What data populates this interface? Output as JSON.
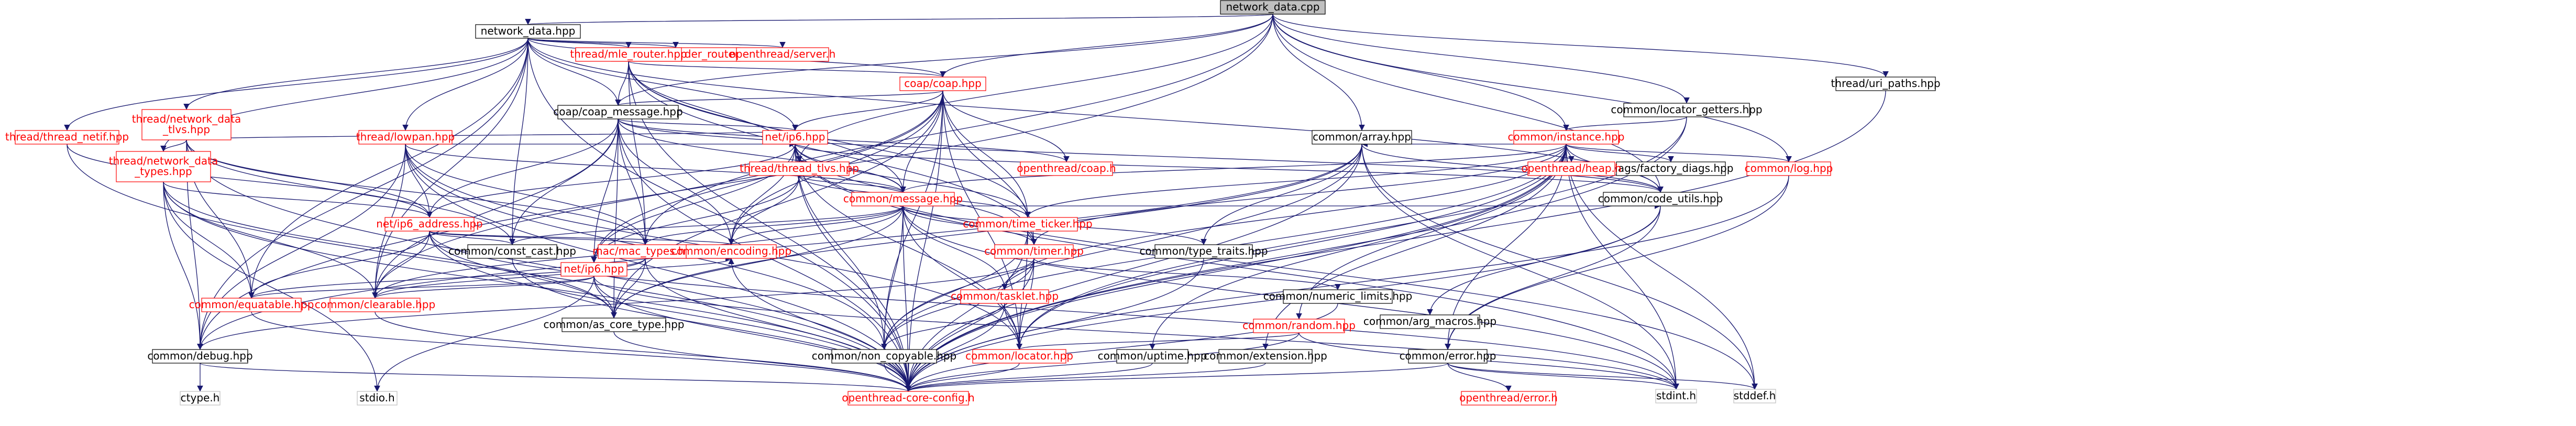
{
  "graph": {
    "root": "network_data.cpp",
    "colors": {
      "root_fill": "#bfbfbf",
      "node_border_black": "#000000",
      "node_border_red": "#ff0000",
      "edge": "#191970",
      "text": "#000000",
      "background": "#ffffff"
    },
    "nodes": [
      {
        "id": "n0",
        "label": "network_data.cpp",
        "style": "root"
      },
      {
        "id": "n1",
        "label": "network_data.hpp",
        "style": "black"
      },
      {
        "id": "n2",
        "label": "coap/coap.hpp",
        "style": "red"
      },
      {
        "id": "n3",
        "label": "coap/coap_message.hpp",
        "style": "black"
      },
      {
        "id": "n4",
        "label": "common/array.hpp",
        "style": "black"
      },
      {
        "id": "n5",
        "label": "common/code_utils.hpp",
        "style": "black"
      },
      {
        "id": "n6",
        "label": "common/debug.hpp",
        "style": "black"
      },
      {
        "id": "n7",
        "label": "common/instance.hpp",
        "style": "red"
      },
      {
        "id": "n8",
        "label": "common/locator_getters.hpp",
        "style": "black"
      },
      {
        "id": "n9",
        "label": "common/log.hpp",
        "style": "red"
      },
      {
        "id": "n10",
        "label": "mac/mac_types.hpp",
        "style": "red"
      },
      {
        "id": "n11",
        "label": "thread/thread_netif.hpp",
        "style": "red"
      },
      {
        "id": "n12",
        "label": "thread/thread_tlvs.hpp",
        "style": "red"
      },
      {
        "id": "n13",
        "label": "thread/uri_paths.hpp",
        "style": "black"
      },
      {
        "id": "n14",
        "label": "openthread/border_router.h",
        "style": "red"
      },
      {
        "id": "n15",
        "label": "openthread/server.h",
        "style": "red"
      },
      {
        "id": "n16",
        "label": "thread/mle_router.hpp",
        "style": "red"
      },
      {
        "id": "n17",
        "label": "thread/network_data_tlvs.hpp",
        "style": "red"
      },
      {
        "id": "n18",
        "label": "thread/network_data_types.hpp",
        "style": "red"
      },
      {
        "id": "n19",
        "label": "thread/lowpan.hpp",
        "style": "red"
      },
      {
        "id": "n20",
        "label": "openthread/coap.h",
        "style": "red"
      },
      {
        "id": "n21",
        "label": "net/ip6.hpp",
        "style": "red"
      },
      {
        "id": "n22",
        "label": "net/ip6_address.hpp",
        "style": "red"
      },
      {
        "id": "n23",
        "label": "common/message.hpp",
        "style": "red"
      },
      {
        "id": "n24",
        "label": "common/time_ticker.hpp",
        "style": "red"
      },
      {
        "id": "n25",
        "label": "common/timer.hpp",
        "style": "red"
      },
      {
        "id": "n26",
        "label": "common/const_cast.hpp",
        "style": "black"
      },
      {
        "id": "n27",
        "label": "common/encoding.hpp",
        "style": "red"
      },
      {
        "id": "n28",
        "label": "common/type_traits.hpp",
        "style": "black"
      },
      {
        "id": "n29",
        "label": "net/ip6.hpp",
        "style": "red"
      },
      {
        "id": "n30",
        "label": "common/equatable.hpp",
        "style": "red"
      },
      {
        "id": "n31",
        "label": "common/clearable.hpp",
        "style": "red"
      },
      {
        "id": "n32",
        "label": "common/tasklet.hpp",
        "style": "red"
      },
      {
        "id": "n33",
        "label": "common/numeric_limits.hpp",
        "style": "black"
      },
      {
        "id": "n34",
        "label": "common/as_core_type.hpp",
        "style": "black"
      },
      {
        "id": "n35",
        "label": "common/non_copyable.hpp",
        "style": "black"
      },
      {
        "id": "n36",
        "label": "common/locator.hpp",
        "style": "red"
      },
      {
        "id": "n37",
        "label": "common/uptime.hpp",
        "style": "black"
      },
      {
        "id": "n38",
        "label": "common/extension.hpp",
        "style": "black"
      },
      {
        "id": "n39",
        "label": "common/error.hpp",
        "style": "black"
      },
      {
        "id": "n40",
        "label": "common/arg_macros.hpp",
        "style": "black"
      },
      {
        "id": "n41",
        "label": "common/random.hpp",
        "style": "red"
      },
      {
        "id": "n42",
        "label": "diags/factory_diags.hpp",
        "style": "black"
      },
      {
        "id": "n43",
        "label": "openthread/heap.h",
        "style": "red"
      },
      {
        "id": "n44",
        "label": "stdint.h",
        "style": "plain"
      },
      {
        "id": "n45",
        "label": "stddef.h",
        "style": "plain"
      },
      {
        "id": "n46",
        "label": "stdio.h",
        "style": "plain"
      },
      {
        "id": "n47",
        "label": "ctype.h",
        "style": "plain"
      },
      {
        "id": "n48",
        "label": "openthread-core-config.h",
        "style": "red"
      },
      {
        "id": "n49",
        "label": "openthread/error.h",
        "style": "red"
      }
    ],
    "edges": [
      [
        "n0",
        "n1"
      ],
      [
        "n0",
        "n2"
      ],
      [
        "n0",
        "n3"
      ],
      [
        "n0",
        "n4"
      ],
      [
        "n0",
        "n5"
      ],
      [
        "n0",
        "n6"
      ],
      [
        "n0",
        "n7"
      ],
      [
        "n0",
        "n8"
      ],
      [
        "n0",
        "n9"
      ],
      [
        "n0",
        "n10"
      ],
      [
        "n0",
        "n12"
      ],
      [
        "n0",
        "n13"
      ],
      [
        "n1",
        "n14"
      ],
      [
        "n1",
        "n15"
      ],
      [
        "n1",
        "n16"
      ],
      [
        "n1",
        "n17"
      ],
      [
        "n1",
        "n18"
      ],
      [
        "n1",
        "n19"
      ],
      [
        "n1",
        "n11"
      ],
      [
        "n1",
        "n2"
      ],
      [
        "n1",
        "n3"
      ],
      [
        "n1",
        "n21"
      ],
      [
        "n1",
        "n31"
      ],
      [
        "n1",
        "n30"
      ],
      [
        "n1",
        "n26"
      ],
      [
        "n1",
        "n6"
      ],
      [
        "n1",
        "n48"
      ],
      [
        "n1",
        "n5"
      ],
      [
        "n16",
        "n2"
      ],
      [
        "n16",
        "n3"
      ],
      [
        "n16",
        "n12"
      ],
      [
        "n16",
        "n10"
      ],
      [
        "n16",
        "n23"
      ],
      [
        "n16",
        "n25"
      ],
      [
        "n16",
        "n24"
      ],
      [
        "n16",
        "n48"
      ],
      [
        "n2",
        "n3"
      ],
      [
        "n2",
        "n20"
      ],
      [
        "n2",
        "n21"
      ],
      [
        "n2",
        "n23"
      ],
      [
        "n2",
        "n25"
      ],
      [
        "n2",
        "n36"
      ],
      [
        "n2",
        "n29"
      ],
      [
        "n2",
        "n34"
      ],
      [
        "n2",
        "n35"
      ],
      [
        "n2",
        "n27"
      ],
      [
        "n2",
        "n31"
      ],
      [
        "n2",
        "n24"
      ],
      [
        "n2",
        "n48"
      ],
      [
        "n3",
        "n21"
      ],
      [
        "n3",
        "n22"
      ],
      [
        "n3",
        "n23"
      ],
      [
        "n3",
        "n5"
      ],
      [
        "n3",
        "n26"
      ],
      [
        "n3",
        "n27"
      ],
      [
        "n3",
        "n29"
      ],
      [
        "n3",
        "n31"
      ],
      [
        "n3",
        "n34"
      ],
      [
        "n3",
        "n48"
      ],
      [
        "n3",
        "n10"
      ],
      [
        "n3",
        "n20"
      ],
      [
        "n17",
        "n18"
      ],
      [
        "n17",
        "n22"
      ],
      [
        "n17",
        "n21"
      ],
      [
        "n17",
        "n30"
      ],
      [
        "n17",
        "n6"
      ],
      [
        "n17",
        "n48"
      ],
      [
        "n17",
        "n26"
      ],
      [
        "n17",
        "n10"
      ],
      [
        "n18",
        "n22"
      ],
      [
        "n18",
        "n6"
      ],
      [
        "n18",
        "n30"
      ],
      [
        "n18",
        "n31"
      ],
      [
        "n18",
        "n34"
      ],
      [
        "n18",
        "n48"
      ],
      [
        "n18",
        "n46"
      ],
      [
        "n19",
        "n22"
      ],
      [
        "n19",
        "n21"
      ],
      [
        "n19",
        "n10"
      ],
      [
        "n19",
        "n23"
      ],
      [
        "n19",
        "n6"
      ],
      [
        "n19",
        "n31"
      ],
      [
        "n19",
        "n48"
      ],
      [
        "n19",
        "n36"
      ],
      [
        "n19",
        "n35"
      ],
      [
        "n11",
        "n22"
      ],
      [
        "n11",
        "n48"
      ],
      [
        "n12",
        "n23"
      ],
      [
        "n12",
        "n27"
      ],
      [
        "n12",
        "n24"
      ],
      [
        "n12",
        "n29"
      ],
      [
        "n21",
        "n22"
      ],
      [
        "n21",
        "n23"
      ],
      [
        "n21",
        "n27"
      ],
      [
        "n21",
        "n29"
      ],
      [
        "n21",
        "n5"
      ],
      [
        "n21",
        "n24"
      ],
      [
        "n21",
        "n25"
      ],
      [
        "n21",
        "n36"
      ],
      [
        "n21",
        "n35"
      ],
      [
        "n21",
        "n48"
      ],
      [
        "n21",
        "n44"
      ],
      [
        "n21",
        "n45"
      ],
      [
        "n22",
        "n10"
      ],
      [
        "n22",
        "n30"
      ],
      [
        "n22",
        "n31"
      ],
      [
        "n22",
        "n26"
      ],
      [
        "n22",
        "n27"
      ],
      [
        "n22",
        "n34"
      ],
      [
        "n22",
        "n48"
      ],
      [
        "n22",
        "n44"
      ],
      [
        "n23",
        "n10"
      ],
      [
        "n23",
        "n25"
      ],
      [
        "n23",
        "n27"
      ],
      [
        "n23",
        "n26"
      ],
      [
        "n23",
        "n28"
      ],
      [
        "n23",
        "n5"
      ],
      [
        "n23",
        "n31"
      ],
      [
        "n23",
        "n34"
      ],
      [
        "n23",
        "n35"
      ],
      [
        "n23",
        "n36"
      ],
      [
        "n23",
        "n32"
      ],
      [
        "n23",
        "n48"
      ],
      [
        "n23",
        "n44"
      ],
      [
        "n24",
        "n25"
      ],
      [
        "n24",
        "n36"
      ],
      [
        "n24",
        "n35"
      ],
      [
        "n24",
        "n48"
      ],
      [
        "n25",
        "n32"
      ],
      [
        "n25",
        "n36"
      ],
      [
        "n25",
        "n35"
      ],
      [
        "n25",
        "n6"
      ],
      [
        "n25",
        "n33"
      ],
      [
        "n25",
        "n48"
      ],
      [
        "n29",
        "n30"
      ],
      [
        "n29",
        "n31"
      ],
      [
        "n29",
        "n34"
      ],
      [
        "n29",
        "n27"
      ],
      [
        "n29",
        "n48"
      ],
      [
        "n29",
        "n44"
      ],
      [
        "n29",
        "n46"
      ],
      [
        "n10",
        "n30"
      ],
      [
        "n10",
        "n31"
      ],
      [
        "n10",
        "n34"
      ],
      [
        "n10",
        "n27"
      ],
      [
        "n10",
        "n48"
      ],
      [
        "n7",
        "n23"
      ],
      [
        "n7",
        "n25"
      ],
      [
        "n7",
        "n24"
      ],
      [
        "n7",
        "n9"
      ],
      [
        "n7",
        "n4"
      ],
      [
        "n7",
        "n41"
      ],
      [
        "n7",
        "n42"
      ],
      [
        "n7",
        "n43"
      ],
      [
        "n7",
        "n32"
      ],
      [
        "n7",
        "n37"
      ],
      [
        "n7",
        "n38"
      ],
      [
        "n7",
        "n39"
      ],
      [
        "n7",
        "n5"
      ],
      [
        "n7",
        "n35"
      ],
      [
        "n7",
        "n36"
      ],
      [
        "n7",
        "n48"
      ],
      [
        "n7",
        "n44"
      ],
      [
        "n7",
        "n45"
      ],
      [
        "n8",
        "n7"
      ],
      [
        "n8",
        "n36"
      ],
      [
        "n8",
        "n48"
      ],
      [
        "n4",
        "n5"
      ],
      [
        "n4",
        "n6"
      ],
      [
        "n4",
        "n28"
      ],
      [
        "n4",
        "n34"
      ],
      [
        "n4",
        "n35"
      ],
      [
        "n4",
        "n48"
      ],
      [
        "n4",
        "n44"
      ],
      [
        "n4",
        "n45"
      ],
      [
        "n5",
        "n40"
      ],
      [
        "n5",
        "n39"
      ],
      [
        "n5",
        "n48"
      ],
      [
        "n9",
        "n48"
      ],
      [
        "n9",
        "n39"
      ],
      [
        "n13",
        "n48"
      ],
      [
        "n39",
        "n49"
      ],
      [
        "n39",
        "n48"
      ],
      [
        "n39",
        "n44"
      ],
      [
        "n39",
        "n45"
      ],
      [
        "n41",
        "n36"
      ],
      [
        "n41",
        "n48"
      ],
      [
        "n41",
        "n44"
      ],
      [
        "n32",
        "n36"
      ],
      [
        "n32",
        "n35"
      ],
      [
        "n32",
        "n48"
      ],
      [
        "n33",
        "n48"
      ],
      [
        "n34",
        "n48"
      ],
      [
        "n35",
        "n48"
      ],
      [
        "n36",
        "n48"
      ],
      [
        "n37",
        "n48"
      ],
      [
        "n38",
        "n48"
      ],
      [
        "n30",
        "n48"
      ],
      [
        "n31",
        "n48"
      ],
      [
        "n27",
        "n48"
      ],
      [
        "n26",
        "n48"
      ],
      [
        "n6",
        "n47"
      ],
      [
        "n6",
        "n48"
      ],
      [
        "n28",
        "n48"
      ]
    ]
  }
}
